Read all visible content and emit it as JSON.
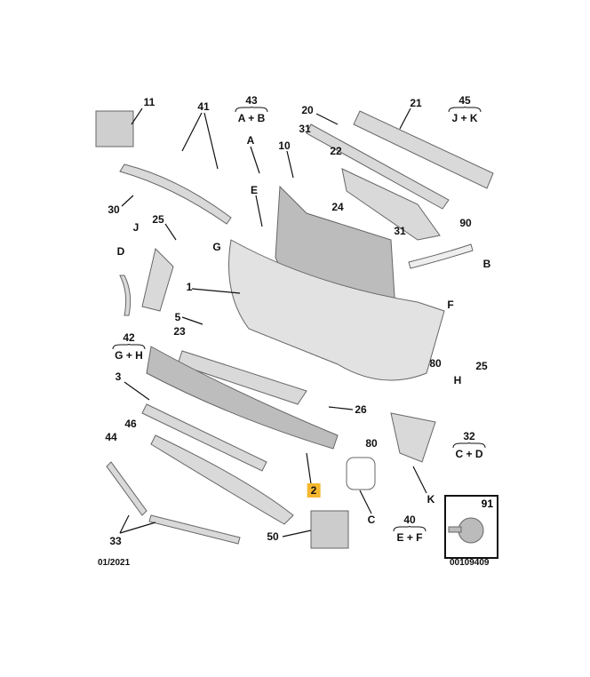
{
  "labels": {
    "l11": "11",
    "l41": "41",
    "l20": "20",
    "l21": "21",
    "l10": "10",
    "l31a": "31",
    "l22": "22",
    "lA": "A",
    "lE": "E",
    "l30": "30",
    "l25a": "25",
    "lJ": "J",
    "lG": "G",
    "lD": "D",
    "l24": "24",
    "l90": "90",
    "l31b": "31",
    "lB": "B",
    "l1": "1",
    "l5": "5",
    "lF": "F",
    "l23": "23",
    "l80a": "80",
    "l25b": "25",
    "lH": "H",
    "l3": "3",
    "l26": "26",
    "l46": "46",
    "l80b": "80",
    "l44": "44",
    "l2": "2",
    "lC": "C",
    "lK": "K",
    "l91": "91",
    "l50": "50",
    "l33": "33"
  },
  "groups": {
    "g43": {
      "num": "43",
      "refs": "A + B"
    },
    "g45": {
      "num": "45",
      "refs": "J + K"
    },
    "g42": {
      "num": "42",
      "refs": "G + H"
    },
    "g32": {
      "num": "32",
      "refs": "C + D"
    },
    "g40": {
      "num": "40",
      "refs": "E + F"
    }
  },
  "footer": {
    "date": "01/2021",
    "ref": "00109409"
  },
  "colors": {
    "highlight": "#f5b82e",
    "part": "#d6d6d6",
    "outline": "#555555"
  }
}
